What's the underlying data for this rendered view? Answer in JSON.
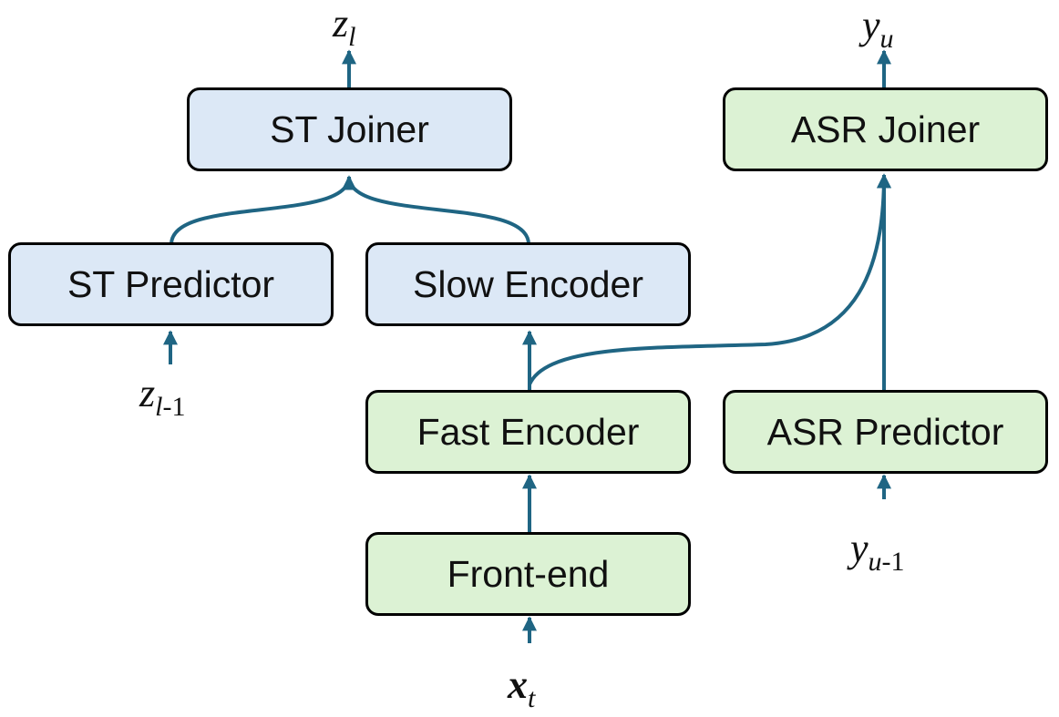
{
  "colors": {
    "arrow": "#1f6583",
    "blue_fill": "#dce8f6",
    "green_fill": "#dcf2d4",
    "border": "#000000"
  },
  "blocks": {
    "st_joiner": "ST Joiner",
    "st_predictor": "ST Predictor",
    "slow_encoder": "Slow Encoder",
    "asr_joiner": "ASR Joiner",
    "fast_encoder": "Fast Encoder",
    "asr_predictor": "ASR Predictor",
    "front_end": "Front-end"
  },
  "variables": {
    "z_l": {
      "main": "z",
      "sub": "l"
    },
    "z_l_minus_1": {
      "main": "z",
      "sub_var": "l",
      "sub_num": "-1"
    },
    "y_u": {
      "main": "y",
      "sub": "u"
    },
    "y_u_minus_1": {
      "main": "y",
      "sub_var": "u",
      "sub_num": "-1"
    },
    "x_t": {
      "main": "x",
      "sub": "t"
    }
  }
}
